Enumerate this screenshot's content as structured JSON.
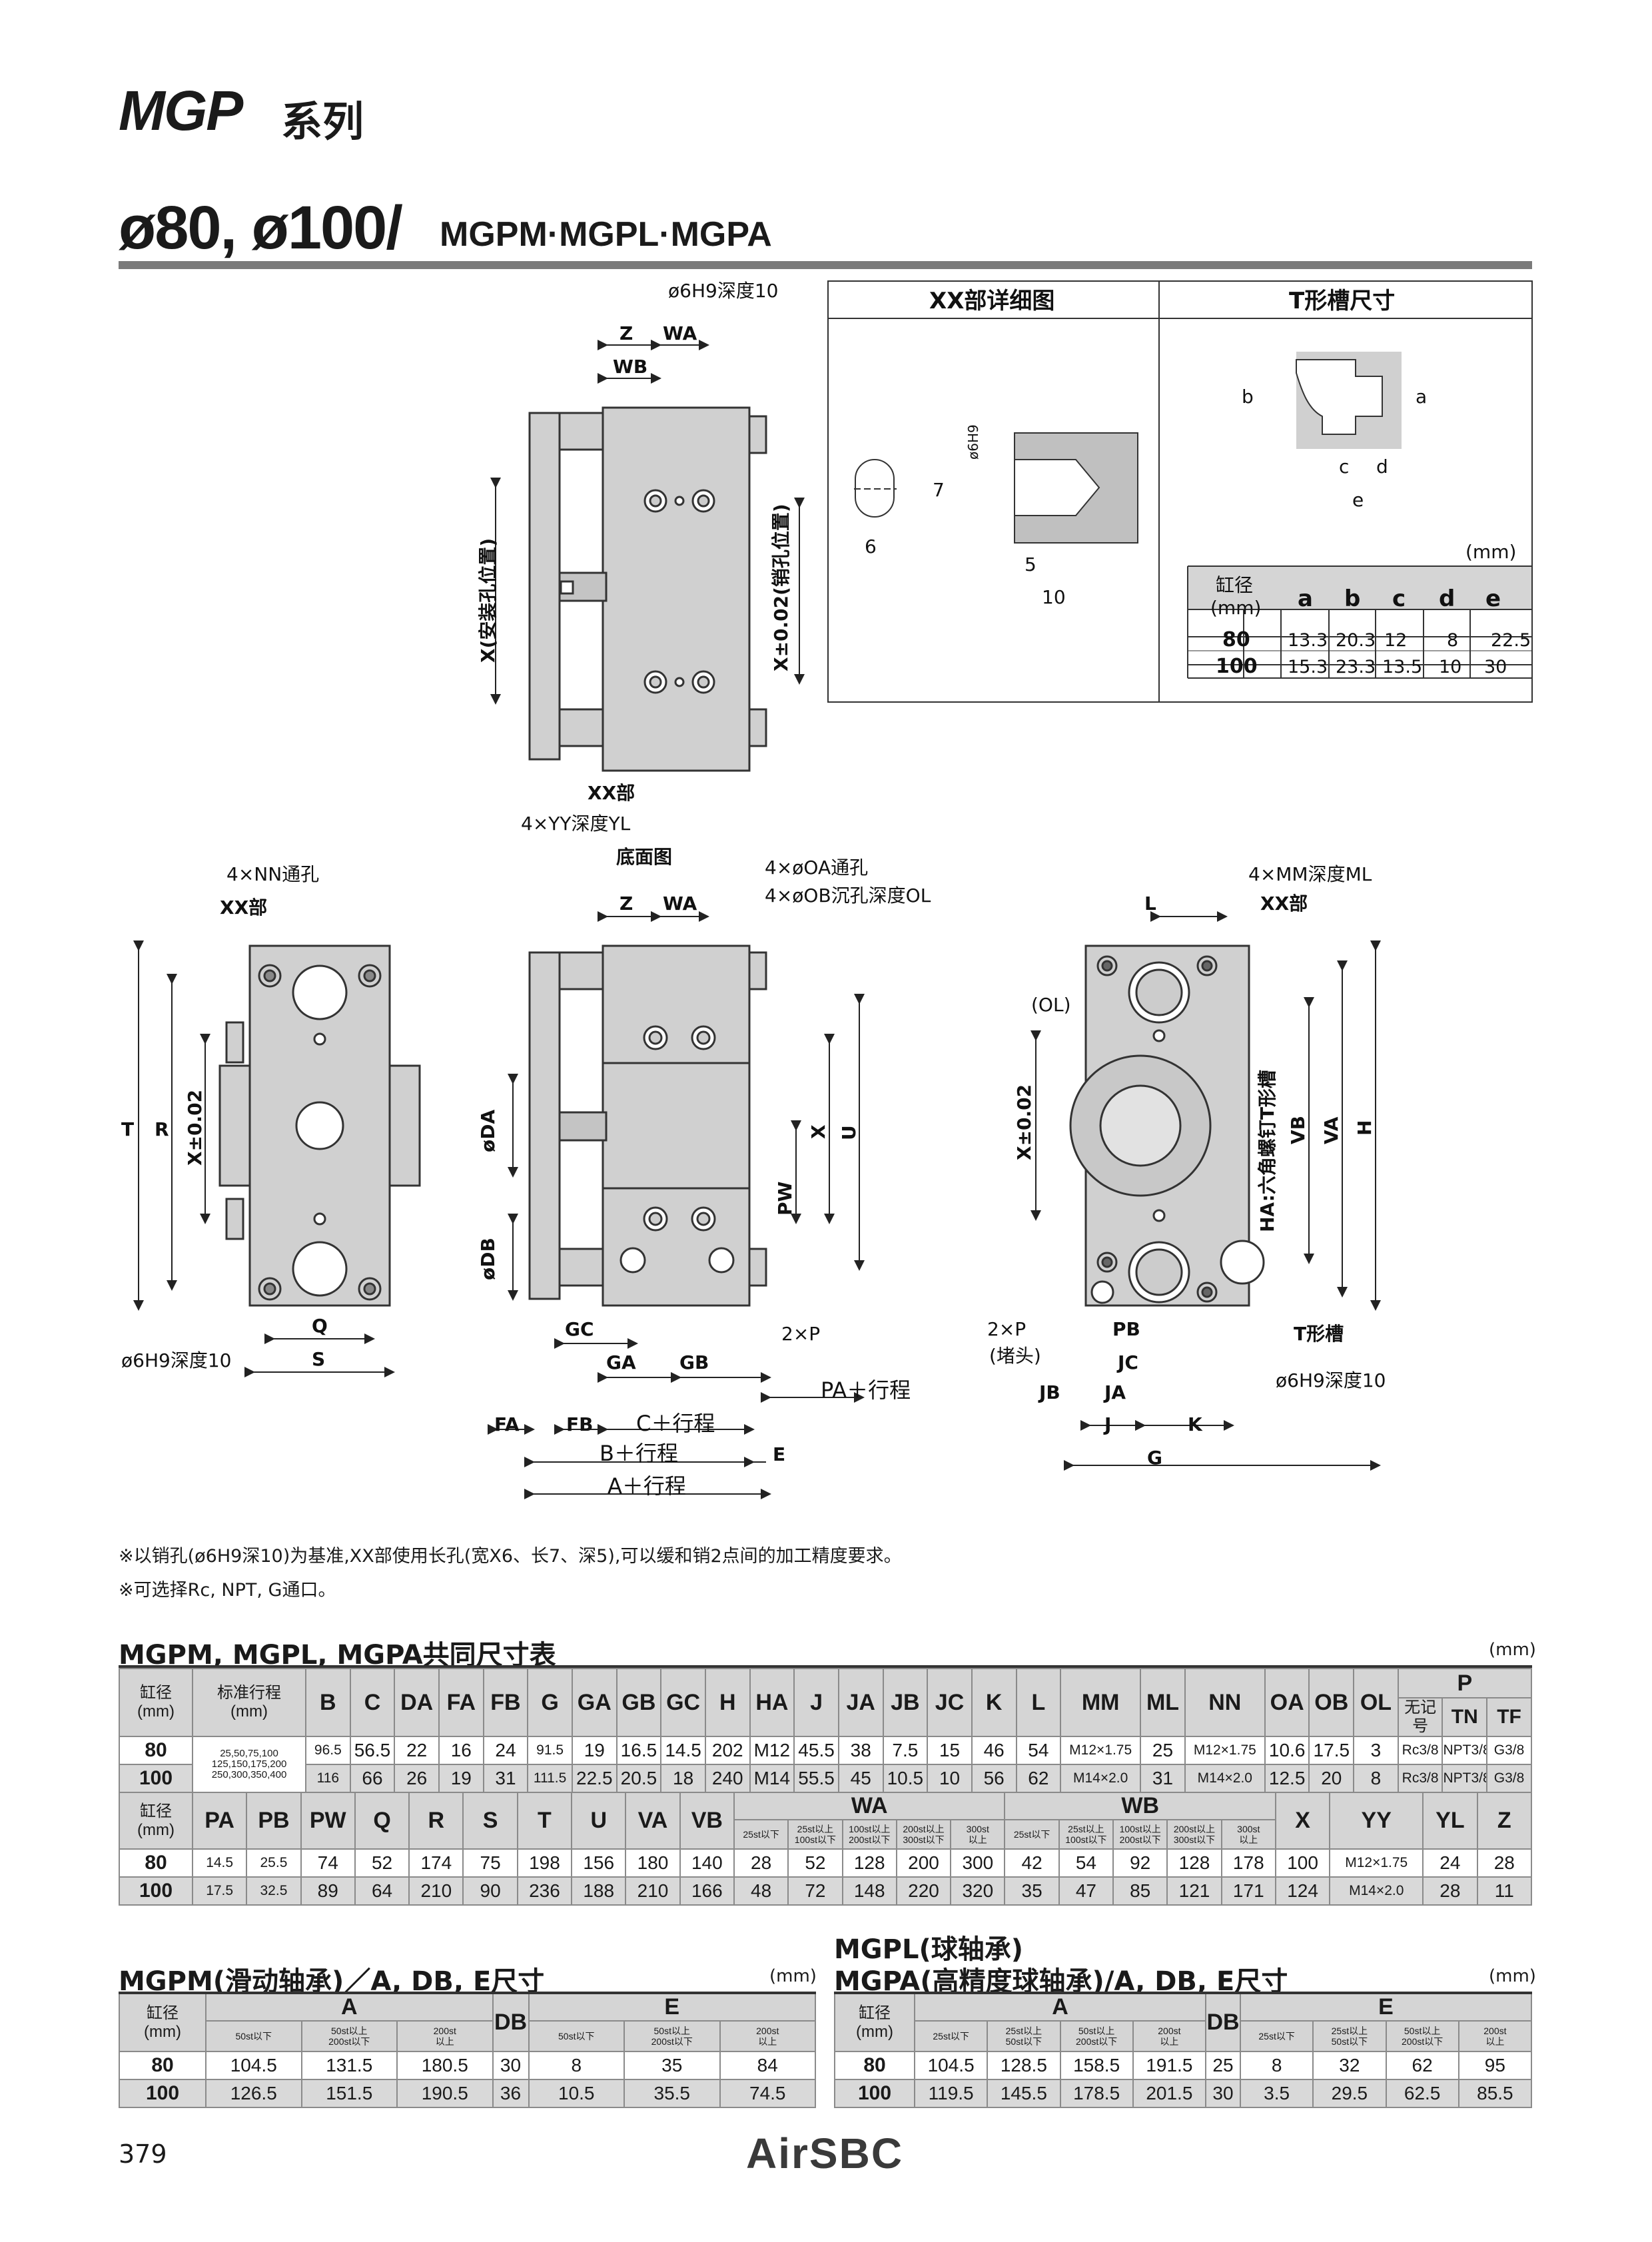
{
  "header": {
    "series_label": "MGP",
    "series_cn": "系列",
    "title": "ø80, ø100/",
    "subtitle": "MGPM·MGPL·MGPA"
  },
  "drawing_labels": {
    "pin_hole_top": "ø6H9深度10",
    "z": "Z",
    "wa": "WA",
    "wb": "WB",
    "x_install": "X(安装孔位置)",
    "x_pin": "X±0.02(销孔位置)",
    "xx_part": "XX部",
    "yy_depth": "4×YY深度YL",
    "bottom_view": "底面图",
    "xx_detail": "XX部详细图",
    "t_slot": "T形槽尺寸",
    "d6": "6",
    "d7": "7",
    "d5": "5",
    "d10": "10",
    "phi6h9": "ø6H9",
    "slot_a": "a",
    "slot_b": "b",
    "slot_c": "c",
    "slot_d": "d",
    "slot_e": "e",
    "mm": "(mm)",
    "nn": "4×NN通孔",
    "xx_left": "XX部",
    "t": "T",
    "r": "R",
    "x002": "X±0.02",
    "q": "Q",
    "s": "S",
    "pin_left": "ø6H9深度10",
    "oa": "4×øOA通孔",
    "ob": "4×øOB沉孔深度OL",
    "z2": "Z",
    "wa2": "WA",
    "da": "øDA",
    "db": "øDB",
    "pw": "PW",
    "xm": "X",
    "u": "U",
    "gc": "GC",
    "ga": "GA",
    "gb": "GB",
    "p2": "2×P",
    "pa": "PA＋行程",
    "fa": "FA",
    "fb": "FB",
    "c": "C＋行程",
    "b": "B＋行程",
    "e": "E",
    "a": "A＋行程",
    "mm_ml": "4×MM深度ML",
    "xx_right": "XX部",
    "l": "L",
    "ol": "(OL)",
    "x002r": "X±0.02",
    "ha": "HA:六角螺钉T形槽",
    "vb": "VB",
    "va": "VA",
    "h": "H",
    "p2r": "2×P",
    "plug": "(堵头)",
    "pb": "PB",
    "jc": "JC",
    "tslot_r": "T形槽",
    "pin_right": "ø6H9深度10",
    "jb": "JB",
    "ja": "JA",
    "j": "J",
    "k": "K",
    "g": "G"
  },
  "t_slot_table": {
    "head_bore": "缸径",
    "head_mm": "(mm)",
    "cols": [
      "a",
      "b",
      "c",
      "d",
      "e"
    ],
    "rows": [
      {
        "bore": "80",
        "vals": [
          "13.3",
          "20.3",
          "12",
          "8",
          "22.5"
        ]
      },
      {
        "bore": "100",
        "vals": [
          "15.3",
          "23.3",
          "13.5",
          "10",
          "30"
        ]
      }
    ]
  },
  "notes": [
    "※以销孔(ø6H9深10)为基准,XX部使用长孔(宽X6、长7、深5),可以缓和销2点间的加工精度要求。",
    "※可选择Rc, NPT, G通口。"
  ],
  "common_table": {
    "title": "MGPM, MGPL, MGPA共同尺寸表",
    "unit": "(mm)",
    "bore_head": "缸径\n(mm)",
    "stroke_head": "标准行程\n(mm)",
    "cols1": [
      "B",
      "C",
      "DA",
      "FA",
      "FB",
      "G",
      "GA",
      "GB",
      "GC",
      "H",
      "HA",
      "J",
      "JA",
      "JB",
      "JC",
      "K",
      "L",
      "MM",
      "ML",
      "NN",
      "OA",
      "OB",
      "OL"
    ],
    "p_head": "P",
    "p_sub": [
      "无记号",
      "TN",
      "TF"
    ],
    "strokes": "25,50,75,100\n125,150,175,200\n250,300,350,400",
    "rows1": [
      {
        "bore": "80",
        "vals": [
          "96.5",
          "56.5",
          "22",
          "16",
          "24",
          "91.5",
          "19",
          "16.5",
          "14.5",
          "202",
          "M12",
          "45.5",
          "38",
          "7.5",
          "15",
          "46",
          "54",
          "M12×1.75",
          "25",
          "M12×1.75",
          "10.6",
          "17.5",
          "3",
          "Rc3/8",
          "NPT3/8",
          "G3/8"
        ]
      },
      {
        "bore": "100",
        "vals": [
          "116",
          "66",
          "26",
          "19",
          "31",
          "111.5",
          "22.5",
          "20.5",
          "18",
          "240",
          "M14",
          "55.5",
          "45",
          "10.5",
          "10",
          "56",
          "62",
          "M14×2.0",
          "31",
          "M14×2.0",
          "12.5",
          "20",
          "8",
          "Rc3/8",
          "NPT3/8",
          "G3/8"
        ]
      }
    ],
    "cols2": [
      "PA",
      "PB",
      "PW",
      "Q",
      "R",
      "S",
      "T",
      "U",
      "VA",
      "VB"
    ],
    "wa_head": "WA",
    "wb_head": "WB",
    "wa_sub": [
      "25st以下",
      "25st以上\n100st以下",
      "100st以上\n200st以下",
      "200st以上\n300st以下",
      "300st\n以上"
    ],
    "wb_sub": [
      "25st以下",
      "25st以上\n100st以下",
      "100st以上\n200st以下",
      "200st以上\n300st以下",
      "300st\n以上"
    ],
    "cols2_tail": [
      "X",
      "YY",
      "YL",
      "Z"
    ],
    "rows2": [
      {
        "bore": "80",
        "vals": [
          "14.5",
          "25.5",
          "74",
          "52",
          "174",
          "75",
          "198",
          "156",
          "180",
          "140",
          "28",
          "52",
          "128",
          "200",
          "300",
          "42",
          "54",
          "92",
          "128",
          "178",
          "100",
          "M12×1.75",
          "24",
          "28"
        ]
      },
      {
        "bore": "100",
        "vals": [
          "17.5",
          "32.5",
          "89",
          "64",
          "210",
          "90",
          "236",
          "188",
          "210",
          "166",
          "48",
          "72",
          "148",
          "220",
          "320",
          "35",
          "47",
          "85",
          "121",
          "171",
          "124",
          "M14×2.0",
          "28",
          "11"
        ]
      }
    ]
  },
  "mgpm_table": {
    "title": "MGPM(滑动轴承)／A, DB, E尺寸",
    "unit": "(mm)",
    "a_sub": [
      "50st以下",
      "50st以上\n200st以下",
      "200st\n以上"
    ],
    "e_sub": [
      "50st以下",
      "50st以上\n200st以下",
      "200st\n以上"
    ],
    "rows": [
      {
        "bore": "80",
        "vals": [
          "104.5",
          "131.5",
          "180.5",
          "30",
          "8",
          "35",
          "84"
        ]
      },
      {
        "bore": "100",
        "vals": [
          "126.5",
          "151.5",
          "190.5",
          "36",
          "10.5",
          "35.5",
          "74.5"
        ]
      }
    ]
  },
  "mgpl_table": {
    "title1": "MGPL(球轴承)",
    "title2": "MGPA(高精度球轴承)/A, DB, E尺寸",
    "unit": "(mm)",
    "a_sub": [
      "25st以下",
      "25st以上\n50st以下",
      "50st以上\n200st以下",
      "200st\n以上"
    ],
    "e_sub": [
      "25st以下",
      "25st以上\n50st以下",
      "50st以上\n200st以下",
      "200st\n以上"
    ],
    "rows": [
      {
        "bore": "80",
        "vals": [
          "104.5",
          "128.5",
          "158.5",
          "191.5",
          "25",
          "8",
          "32",
          "62",
          "95"
        ]
      },
      {
        "bore": "100",
        "vals": [
          "119.5",
          "145.5",
          "178.5",
          "201.5",
          "30",
          "3.5",
          "29.5",
          "62.5",
          "85.5"
        ]
      }
    ]
  },
  "footer": {
    "page": "379",
    "logo": "AirSBC"
  }
}
